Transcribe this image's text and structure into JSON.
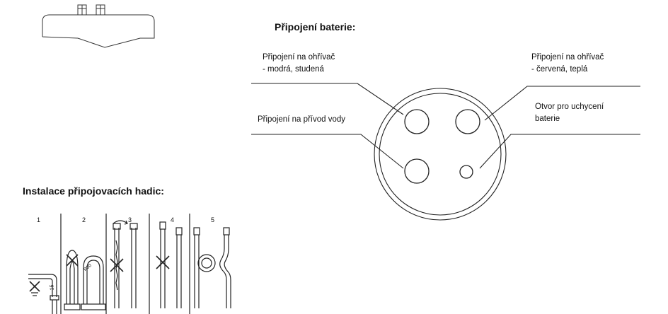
{
  "battery_section": {
    "title": "Připojení baterie:",
    "labels": {
      "heater_blue_line1": "Připojení na ohřívač",
      "heater_blue_line2": "- modrá, studená",
      "heater_red_line1": "Připojení na ohřívač",
      "heater_red_line2": "- červená, teplá",
      "water_supply": "Připojení na přívod vody",
      "mount_hole_line1": "Otvor pro uchycení",
      "mount_hole_line2": "baterie"
    }
  },
  "hoses_section": {
    "title": "Instalace připojovacích hadic:",
    "steps": [
      "1",
      "2",
      "3",
      "4",
      "5"
    ],
    "bend_marks": [
      "15",
      "R30"
    ]
  },
  "colors": {
    "line": "#222222",
    "text": "#111111",
    "background": "#ffffff"
  }
}
